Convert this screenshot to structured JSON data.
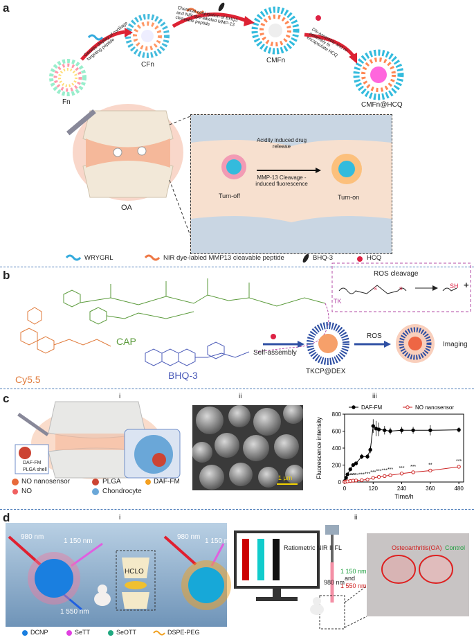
{
  "panels": {
    "a": {
      "label": "a",
      "stages": [
        "Fn",
        "CFn",
        "CMFn",
        "CMFn@HCQ"
      ],
      "arrow1_text": "Genetic display of cartilage targeting peptide",
      "arrow2_text": "Chemical conjugation of BHQ3 and NIR dye-labeled MMP-13 cleavable peptide",
      "arrow3_text": "Dis-assembly and re-assembly to encapsulate HCQ",
      "joint_label": "OA",
      "acid_text": "Acidity induced drug release",
      "mmp_text": "MMP-13 Cleavage -induced fluorescence",
      "turn_off": "Turn-off",
      "turn_on": "Turn-on",
      "legend": [
        "WRYGRL",
        "NIR dye-labled MMP13 cleavable peptide",
        "BHQ-3",
        "HCQ"
      ]
    },
    "b": {
      "label": "b",
      "cy": "Cy5.5",
      "cap": "CAP",
      "bhq": "BHQ-3",
      "tk": "TK",
      "ros_cleavage": "ROS cleavage",
      "sh": "SH",
      "plus": "+",
      "self_assembly": "Self-assembly",
      "product": "TKCP@DEX",
      "ros": "ROS",
      "imaging": "Imaging",
      "s_label": "S"
    },
    "c": {
      "label": "c",
      "sub_i": "i",
      "sub_ii": "ii",
      "sub_iii": "iii",
      "daf": "DAF-FM",
      "plga_shell": "PLGA shell",
      "legend": [
        "NO nanosensor",
        "PLGA",
        "DAF-FM",
        "NO",
        "Chondrocyte"
      ],
      "scale": "1 μm"
    },
    "d": {
      "label": "d",
      "sub_i": "i",
      "sub_ii": "ii",
      "nm980": "980 nm",
      "nm1150": "1 150 nm",
      "nm1550": "1 550 nm",
      "hclo": "HCLO",
      "ratiometric": "Ratiometric NIR II FL",
      "and": "and",
      "oa": "Osteoarthritis(OA)",
      "control": "Control",
      "legend": [
        "DCNP",
        "SeTT",
        "SeOTT",
        "DSPE-PEG"
      ]
    }
  },
  "chart_data": {
    "type": "line",
    "xlabel": "Time/h",
    "ylabel": "Fluorescence intensity",
    "xticks": [
      0,
      120,
      240,
      360,
      480
    ],
    "yticks": [
      0,
      200,
      400,
      600,
      800
    ],
    "xlim": [
      0,
      500
    ],
    "ylim": [
      0,
      800
    ],
    "legend_position": "top",
    "series": [
      {
        "name": "DAF-FM",
        "color": "#000000",
        "marker": "filled-circle",
        "x": [
          0,
          6,
          12,
          24,
          36,
          48,
          72,
          96,
          108,
          120,
          132,
          144,
          168,
          192,
          240,
          288,
          360,
          480
        ],
        "y": [
          10,
          50,
          90,
          150,
          200,
          220,
          300,
          300,
          380,
          660,
          630,
          620,
          610,
          600,
          610,
          610,
          610,
          615
        ],
        "err": [
          5,
          10,
          15,
          20,
          20,
          25,
          30,
          30,
          40,
          80,
          90,
          80,
          50,
          40,
          40,
          40,
          60,
          30
        ]
      },
      {
        "name": "NO nanosensor",
        "color": "#cc2222",
        "marker": "open-circle",
        "x": [
          0,
          6,
          12,
          24,
          36,
          48,
          72,
          96,
          120,
          144,
          168,
          192,
          240,
          288,
          360,
          480
        ],
        "y": [
          2,
          5,
          8,
          12,
          16,
          18,
          22,
          30,
          50,
          60,
          70,
          80,
          100,
          115,
          135,
          180
        ],
        "err": [
          2,
          3,
          3,
          4,
          4,
          5,
          5,
          6,
          8,
          8,
          8,
          10,
          10,
          10,
          12,
          15
        ]
      }
    ],
    "annotations": [
      "***",
      "***",
      "***",
      "***",
      "***",
      "***",
      "***",
      "***",
      "***",
      "***",
      "***",
      "**",
      "***"
    ]
  }
}
